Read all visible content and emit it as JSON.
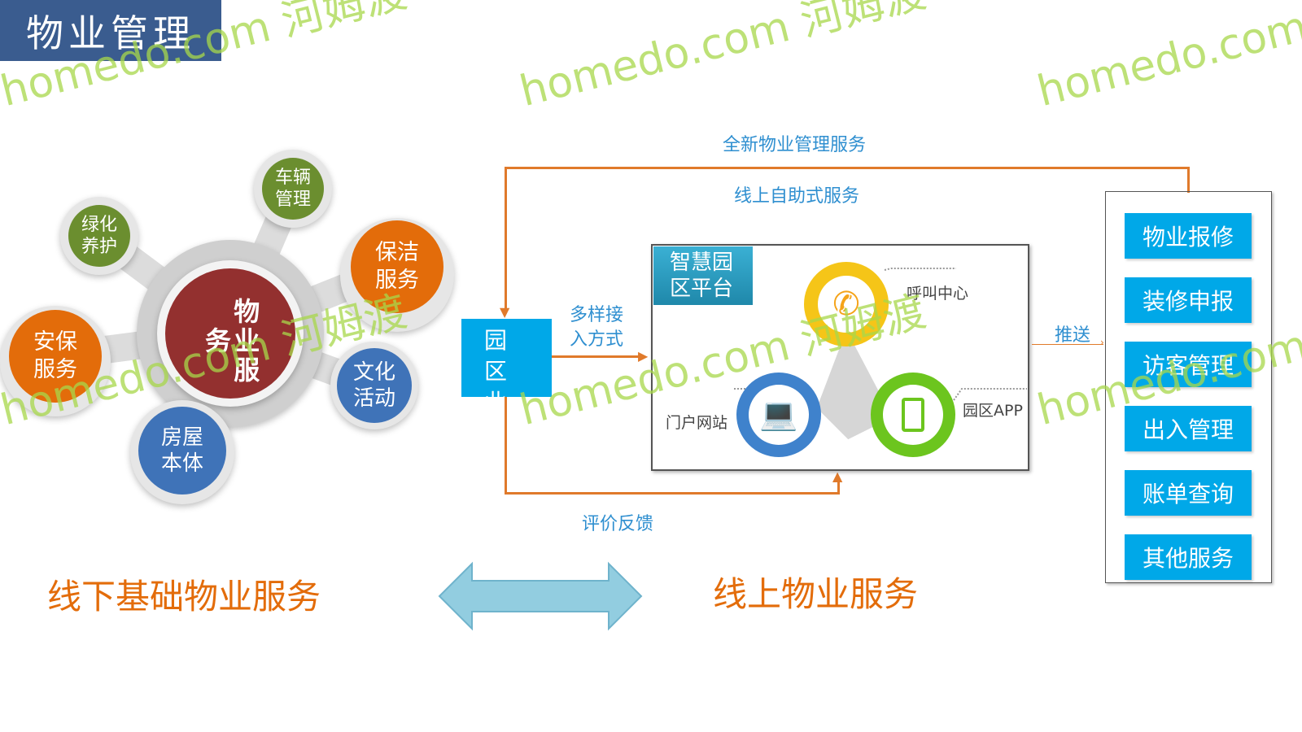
{
  "title": "物业管理",
  "hub": {
    "center": "物业服务",
    "satellites": [
      "绿化养护",
      "车辆管理",
      "保洁服务",
      "安保服务",
      "文化活动",
      "房屋本体"
    ]
  },
  "flow": {
    "top_label_1": "全新物业管理服务",
    "top_label_2": "线上自助式服务",
    "owner": "园区业主",
    "access_label": "多样接入方式",
    "feedback_label": "评价反馈",
    "push_label": "推送",
    "platform": {
      "title": "智慧园区平台",
      "channels": [
        "呼叫中心",
        "门户网站",
        "园区APP"
      ]
    }
  },
  "services": [
    "物业报修",
    "装修申报",
    "访客管理",
    "出入管理",
    "账单查询",
    "其他服务"
  ],
  "bottom": {
    "left": "线下基础物业服务",
    "right": "线上物业服务"
  },
  "watermark": "homedo.com 河姆渡",
  "colors": {
    "orange": "#e36c0a",
    "blue": "#00a8e8",
    "red": "#93302f",
    "green": "#6b8e2f"
  }
}
